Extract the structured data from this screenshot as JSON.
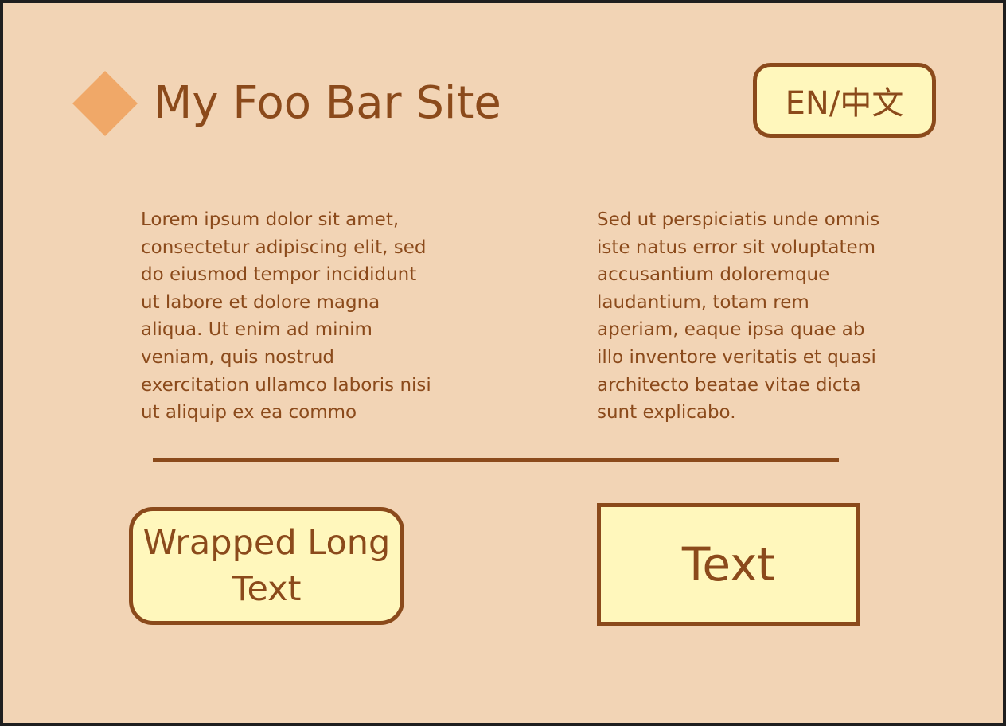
{
  "header": {
    "logo_icon": "diamond-icon",
    "logo_color": "#f0a868",
    "title": "My Foo Bar Site",
    "language_toggle_label": "EN/中文"
  },
  "main": {
    "paragraph_left": "Lorem ipsum dolor sit amet, consectetur adipiscing elit, sed do eiusmod tempor incididunt ut labore et dolore magna aliqua. Ut enim ad minim veniam, quis nostrud exercitation ullamco laboris nisi ut aliquip ex ea commo",
    "paragraph_right": "Sed ut perspiciatis unde omnis iste natus error sit voluptatem accusantium doloremque laudantium, totam rem aperiam, eaque ipsa quae ab illo inventore veritatis et quasi architecto beatae vitae dicta sunt explicabo."
  },
  "footer": {
    "wrapped_button_label": "Wrapped Long Text",
    "text_button_label": "Text"
  },
  "colors": {
    "background": "#f2d4b5",
    "accent": "#8b4a1b",
    "button_fill": "#fff7bc"
  }
}
